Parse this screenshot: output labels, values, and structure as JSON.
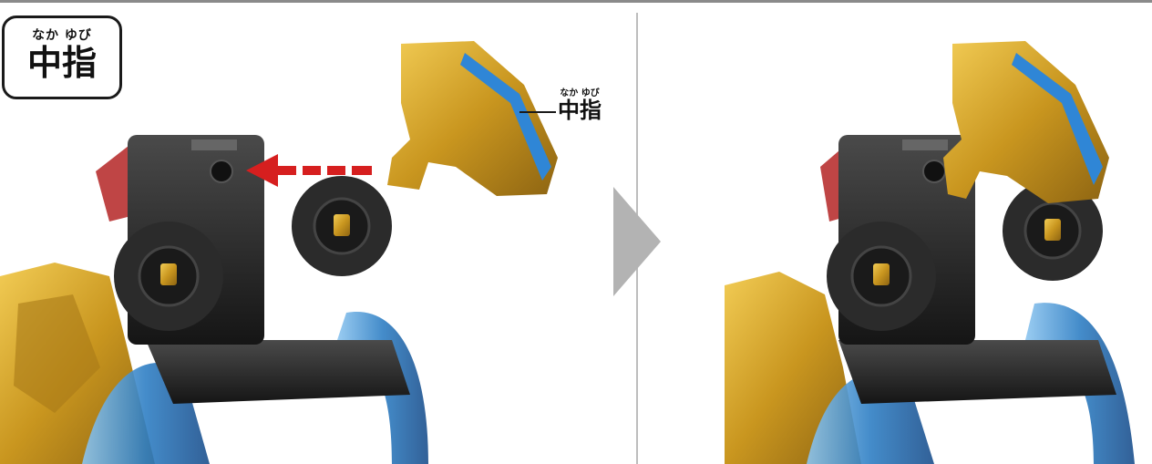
{
  "step_label": {
    "ruby": "なか ゆび",
    "kanji": "中指"
  },
  "part_callout": {
    "ruby": "なか ゆび",
    "kanji": "中指"
  },
  "colors": {
    "top_rule": "#8a8a8a",
    "divider": "#bdbdbd",
    "step_arrow": "#b3b3b3",
    "insert_arrow": "#d61f1f",
    "gold": "#d4a22a",
    "blue": "#3a86c8",
    "black_part": "#2a2a2a"
  },
  "icons": {
    "step_arrow": "chevron-right-icon",
    "insert_arrow": "arrow-left-icon"
  }
}
